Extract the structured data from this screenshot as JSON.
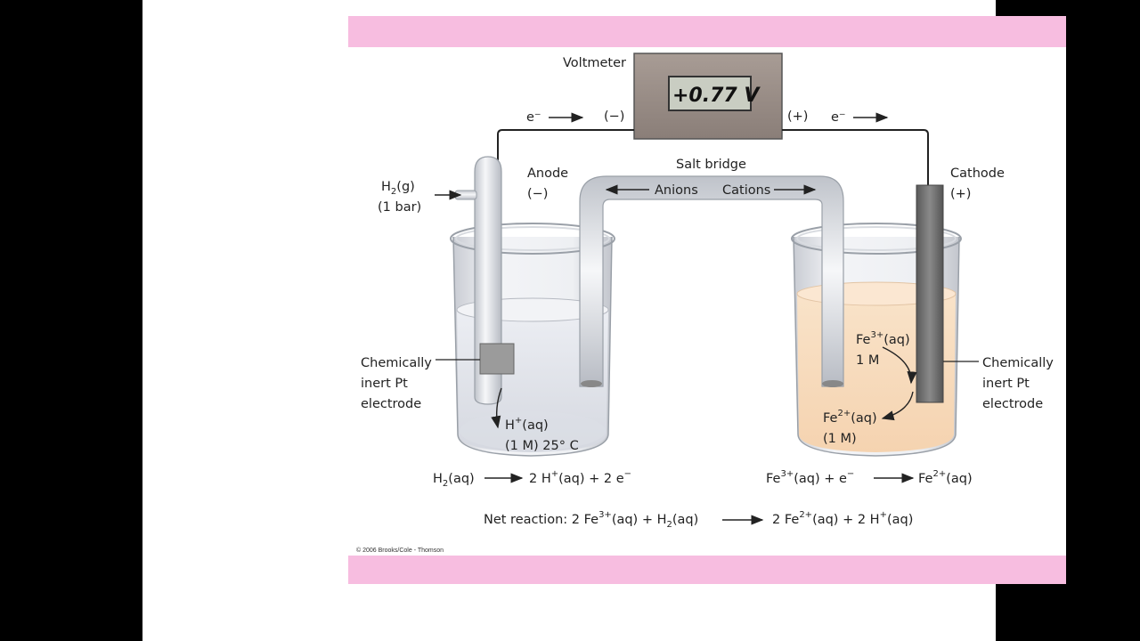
{
  "voltmeter": {
    "label": "Voltmeter",
    "reading": "+0.77 V"
  },
  "wire": {
    "electron_left": "e⁻",
    "electron_right": "e⁻",
    "anode_sign": "(−)",
    "cathode_sign": "(+)"
  },
  "salt_bridge": {
    "label": "Salt bridge",
    "anions": "Anions",
    "cations": "Cations"
  },
  "anode": {
    "label": "Anode",
    "sign": "(−)"
  },
  "cathode": {
    "label": "Cathode",
    "sign": "(+)"
  },
  "h2_gas": {
    "formula": "H",
    "sub": "2",
    "state": "(g)",
    "pressure": "(1 bar)"
  },
  "left_electrode": {
    "line1": "Chemically",
    "line2": "inert Pt",
    "line3": "electrode"
  },
  "right_electrode": {
    "line1": "Chemically",
    "line2": "inert Pt",
    "line3": "electrode"
  },
  "left_solution": {
    "ion": "H",
    "ion_sup": "+",
    "ion_state": "(aq)",
    "conditions": "(1 M) 25° C"
  },
  "right_solution": {
    "fe3_ion": "Fe",
    "fe3_sup": "3+",
    "fe3_state": "(aq)",
    "fe3_conc": "1 M",
    "fe2_ion": "Fe",
    "fe2_sup": "2+",
    "fe2_state": "(aq)",
    "fe2_conc": "(1 M)"
  },
  "half_reactions": {
    "anode": {
      "lhs": "H",
      "lhs_sub": "2",
      "lhs_state": "(aq)",
      "rhs": "2 H",
      "rhs_sup": "+",
      "rhs_state": "(aq) + 2 e",
      "rhs_e_sup": "−"
    },
    "cathode": {
      "lhs": "Fe",
      "lhs_sup": "3+",
      "lhs_state": "(aq) + e",
      "lhs_e_sup": "−",
      "rhs": "Fe",
      "rhs_sup": "2+",
      "rhs_state": "(aq)"
    }
  },
  "net_reaction": {
    "prefix": "Net reaction: 2 Fe",
    "fe3_sup": "3+",
    "mid1": "(aq) + H",
    "h2_sub": "2",
    "mid2": "(aq)",
    "rhs1": "2 Fe",
    "fe2_sup": "2+",
    "rhs2": "(aq) + 2 H",
    "h_sup": "+",
    "rhs3": "(aq)"
  },
  "copyright": "© 2006 Brooks/Cole - Thomson",
  "colors": {
    "band": "#f7bde0",
    "solution_right": "#f8dcbf",
    "solution_left": "#e6e8ee",
    "electrode": "#6f6f6f"
  }
}
